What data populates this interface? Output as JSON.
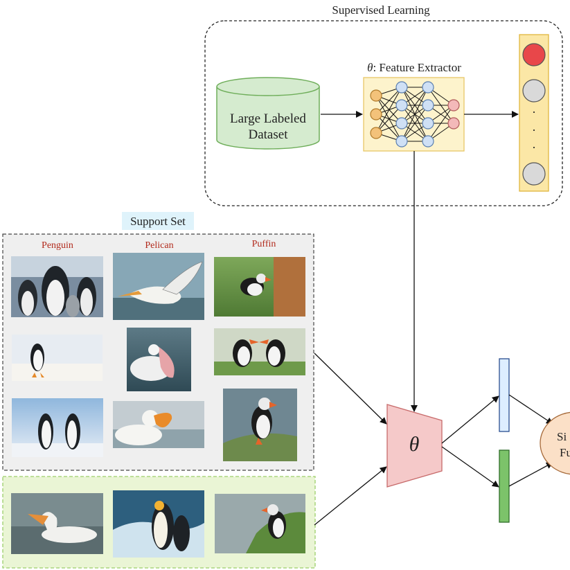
{
  "supervised": {
    "title": "Supervised Learning",
    "dataset_line1": "Large Labeled",
    "dataset_line2": "Dataset",
    "extractor_theta": "θ",
    "extractor_rest": ": Feature Extractor"
  },
  "support": {
    "title": "Support Set",
    "classes": [
      "Penguin",
      "Pelican",
      "Puffin"
    ]
  },
  "model": {
    "symbol": "θ"
  },
  "similarity": {
    "line1": "Si",
    "line2": "Fu"
  },
  "output_column": {
    "dots": [
      "·",
      "·",
      "·"
    ]
  },
  "colors": {
    "dataset_fill": "#d5ebcf",
    "dataset_stroke": "#6fae5a",
    "extractor_fill": "#fdf3cc",
    "output_fill": "#fbe7a6",
    "theta_fill": "#f5c9c9",
    "support_bg": "#efefef",
    "query_bg": "#eaf5d5",
    "embed1": "#ddeeff",
    "embed2": "#7cc36a",
    "similarity_fill": "#fbe0c7"
  }
}
